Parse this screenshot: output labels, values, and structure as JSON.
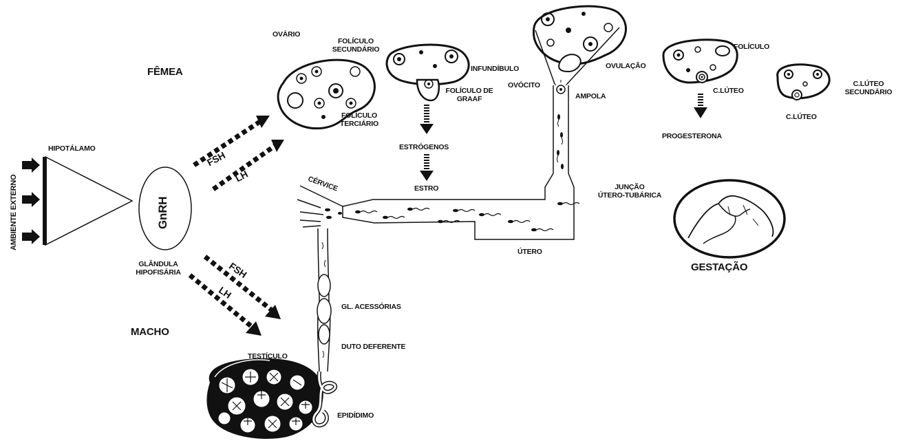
{
  "labels": {
    "ambiente_externo": "AMBIENTE EXTERNO",
    "hipotalamo": "HIPOTÁLAMO",
    "gnrh": "GnRH",
    "glandula": "GLÂNDULA",
    "hipofisaria": "HIPOFISÁRIA",
    "femea": "FÊMEA",
    "macho": "MACHO",
    "fsh_top": "FSH",
    "lh_top": "LH",
    "fsh_bottom": "FSH",
    "lh_bottom": "LH",
    "ovario": "OVÁRIO",
    "foliculo_secundario_1": "FOLÍCULO",
    "foliculo_secundario_2": "SECUNDÁRIO",
    "foliculo_terciario_1": "FOLÍCULO",
    "foliculo_terciario_2": "TERCIÁRIO",
    "infundibulo": "INFUNDÍBULO",
    "foliculo_graaf_1": "FOLÍCULO DE",
    "foliculo_graaf_2": "GRAAF",
    "estrogenos": "ESTRÓGENOS",
    "estro": "ESTRO",
    "ovocito": "OVÓCITO",
    "ampola": "AMPOLA",
    "ovulacao": "OVULAÇÃO",
    "foliculo": "FOLÍCULO",
    "c_luteo_1": "C.LÚTEO",
    "progesterona": "PROGESTERONA",
    "c_luteo_secundario_1": "C.LÚTEO",
    "c_luteo_secundario_2": "SECUNDÁRIO",
    "c_luteo_2": "C.LÚTEO",
    "juncao_1": "JUNÇÃO",
    "juncao_2": "ÚTERO-TUBÁRICA",
    "cervice": "CÉRVICE",
    "utero": "ÚTERO",
    "gestacao": "GESTAÇÃO",
    "gl_acessorias": "GL. ACESSÓRIAS",
    "duto_deferente": "DUTO DEFERENTE",
    "testiculo": "TESTÍCULO",
    "epididimo": "EPIDÍDIMO"
  },
  "colors": {
    "ink": "#111111",
    "paper": "#ffffff"
  }
}
